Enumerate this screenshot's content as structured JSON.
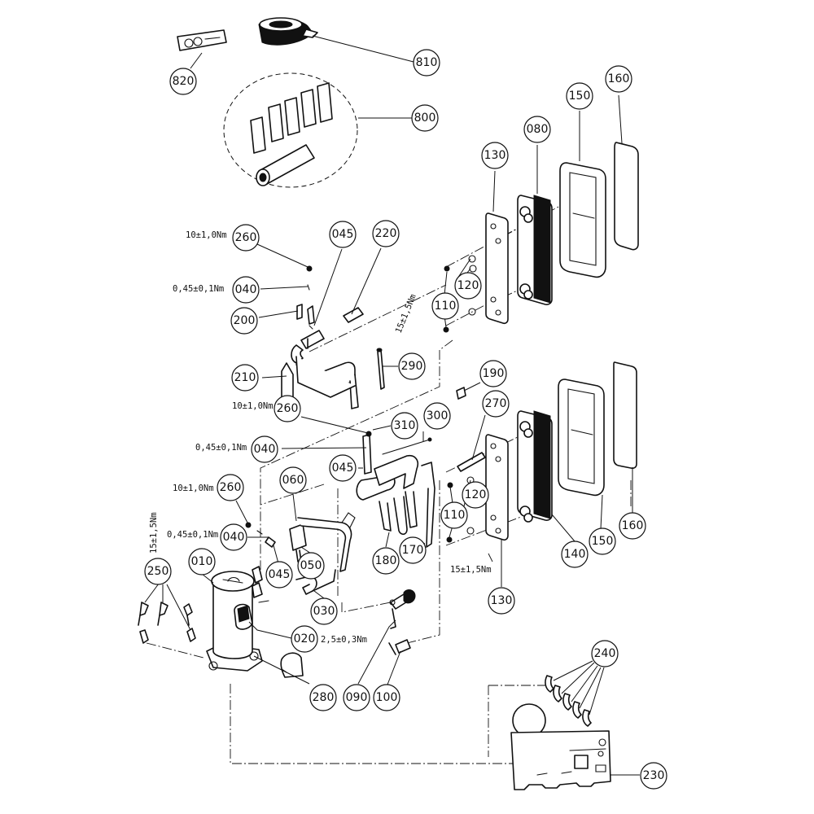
{
  "diagram": {
    "callouts": {
      "c820": "820",
      "c810": "810",
      "c800": "800",
      "c160a": "160",
      "c150a": "150",
      "c080": "080",
      "c130a": "130",
      "c260a": "260",
      "c045a": "045",
      "c220": "220",
      "c040a": "040",
      "c200": "200",
      "c120a": "120",
      "c110a": "110",
      "c210": "210",
      "c290": "290",
      "c190": "190",
      "c270": "270",
      "c260b": "260",
      "c310": "310",
      "c300": "300",
      "c040b": "040",
      "c045b": "045",
      "c060": "060",
      "c260c": "260",
      "c120b": "120",
      "c110b": "110",
      "c040c": "040",
      "c010": "010",
      "c250": "250",
      "c050": "050",
      "c045c": "045",
      "c180": "180",
      "c170": "170",
      "c140": "140",
      "c150b": "150",
      "c160b": "160",
      "c130b": "130",
      "c030": "030",
      "c020": "020",
      "c280": "280",
      "c090": "090",
      "c100": "100",
      "c240": "240",
      "c230": "230"
    },
    "torques": {
      "t1": "10±1,0Nm",
      "t2": "0,45±0,1Nm",
      "t3": "15±1,5Nm",
      "t4": "10±1,0Nm",
      "t5": "0,45±0,1Nm",
      "t6": "10±1,0Nm",
      "t7": "0,45±0,1Nm",
      "t8": "15±1,5Nm",
      "t9": "15±1,5Nm",
      "t10": "2,5±0,3Nm"
    }
  }
}
